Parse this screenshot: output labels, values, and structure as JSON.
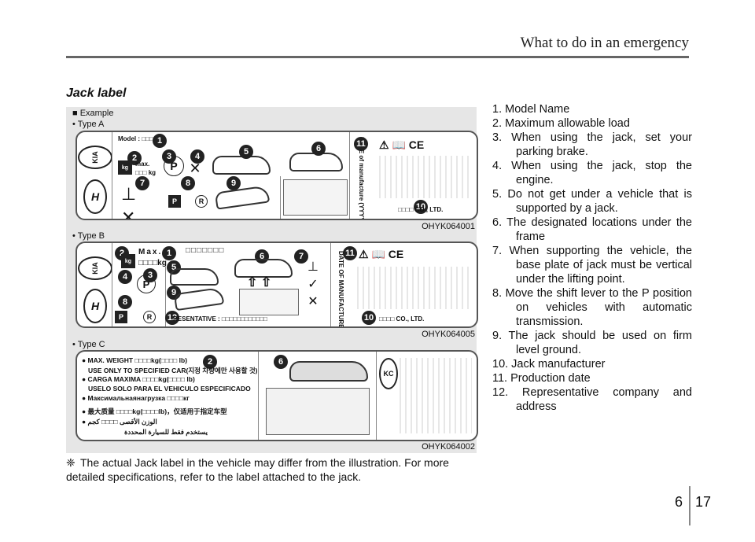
{
  "header": {
    "title": "What to do in an emergency"
  },
  "section": {
    "title": "Jack label"
  },
  "figure": {
    "example_label": "■ Example",
    "types": [
      {
        "label": "• Type A",
        "code": "OHYK064001",
        "model": "Model : □□□",
        "max": "max.",
        "kg": "□□□ kg",
        "date": "DATE of manufacture (YYYYMMDD)",
        "company": "□□□□ CO., LTD."
      },
      {
        "label": "• Type B",
        "code": "OHYK064005",
        "max": "Max.",
        "kg": "□□□□kg",
        "company": "□□□□ CO., LTD.",
        "representative": "RESENTATIVE : □□□□□□□□□□□□",
        "date": "DATE OF MANUFACTURE (YYYYMMDD)"
      },
      {
        "label": "• Type C",
        "code": "OHYK064002",
        "lines": [
          "● MAX. WEIGHT □□□□kg(□□□□ lb)",
          "USE ONLY TO SPECIFIED CAR(지정 차량에만 사용할 것)",
          "● CARGA MAXIMA □□□□kg(□□□□ lb)",
          "USELO SOLO PARA EL VEHICULO ESPECIFICADO",
          "● Максимальнаянагрузка □□□□кг",
          "● 最大质量 □□□□kg(□□□□lb)，仅适用于指定车型",
          "● الوزن الأقصى □□□□ كجم",
          "يستخدم فقط للسيارة المحددة"
        ]
      }
    ]
  },
  "list": [
    "1. Model Name",
    "2. Maximum allowable load",
    "3. When using the jack, set your parking brake.",
    "4. When using the jack, stop the engine.",
    "5. Do not get under a vehicle that is supported by a jack.",
    "6. The designated locations under the frame",
    "7. When supporting the vehicle, the base plate of jack must be vertical under the lifting point.",
    "8. Move the shift lever to the P position on vehicles with automatic transmission.",
    "9. The jack should be used on firm level ground.",
    "10. Jack manufacturer",
    "11. Production date",
    "12. Representative company and address"
  ],
  "note": {
    "symbol": "❈",
    "text": "The actual Jack label in the vehicle may differ from the illustration. For more detailed specifications, refer to the label attached to the jack."
  },
  "page": {
    "chapter": "6",
    "number": "17"
  }
}
